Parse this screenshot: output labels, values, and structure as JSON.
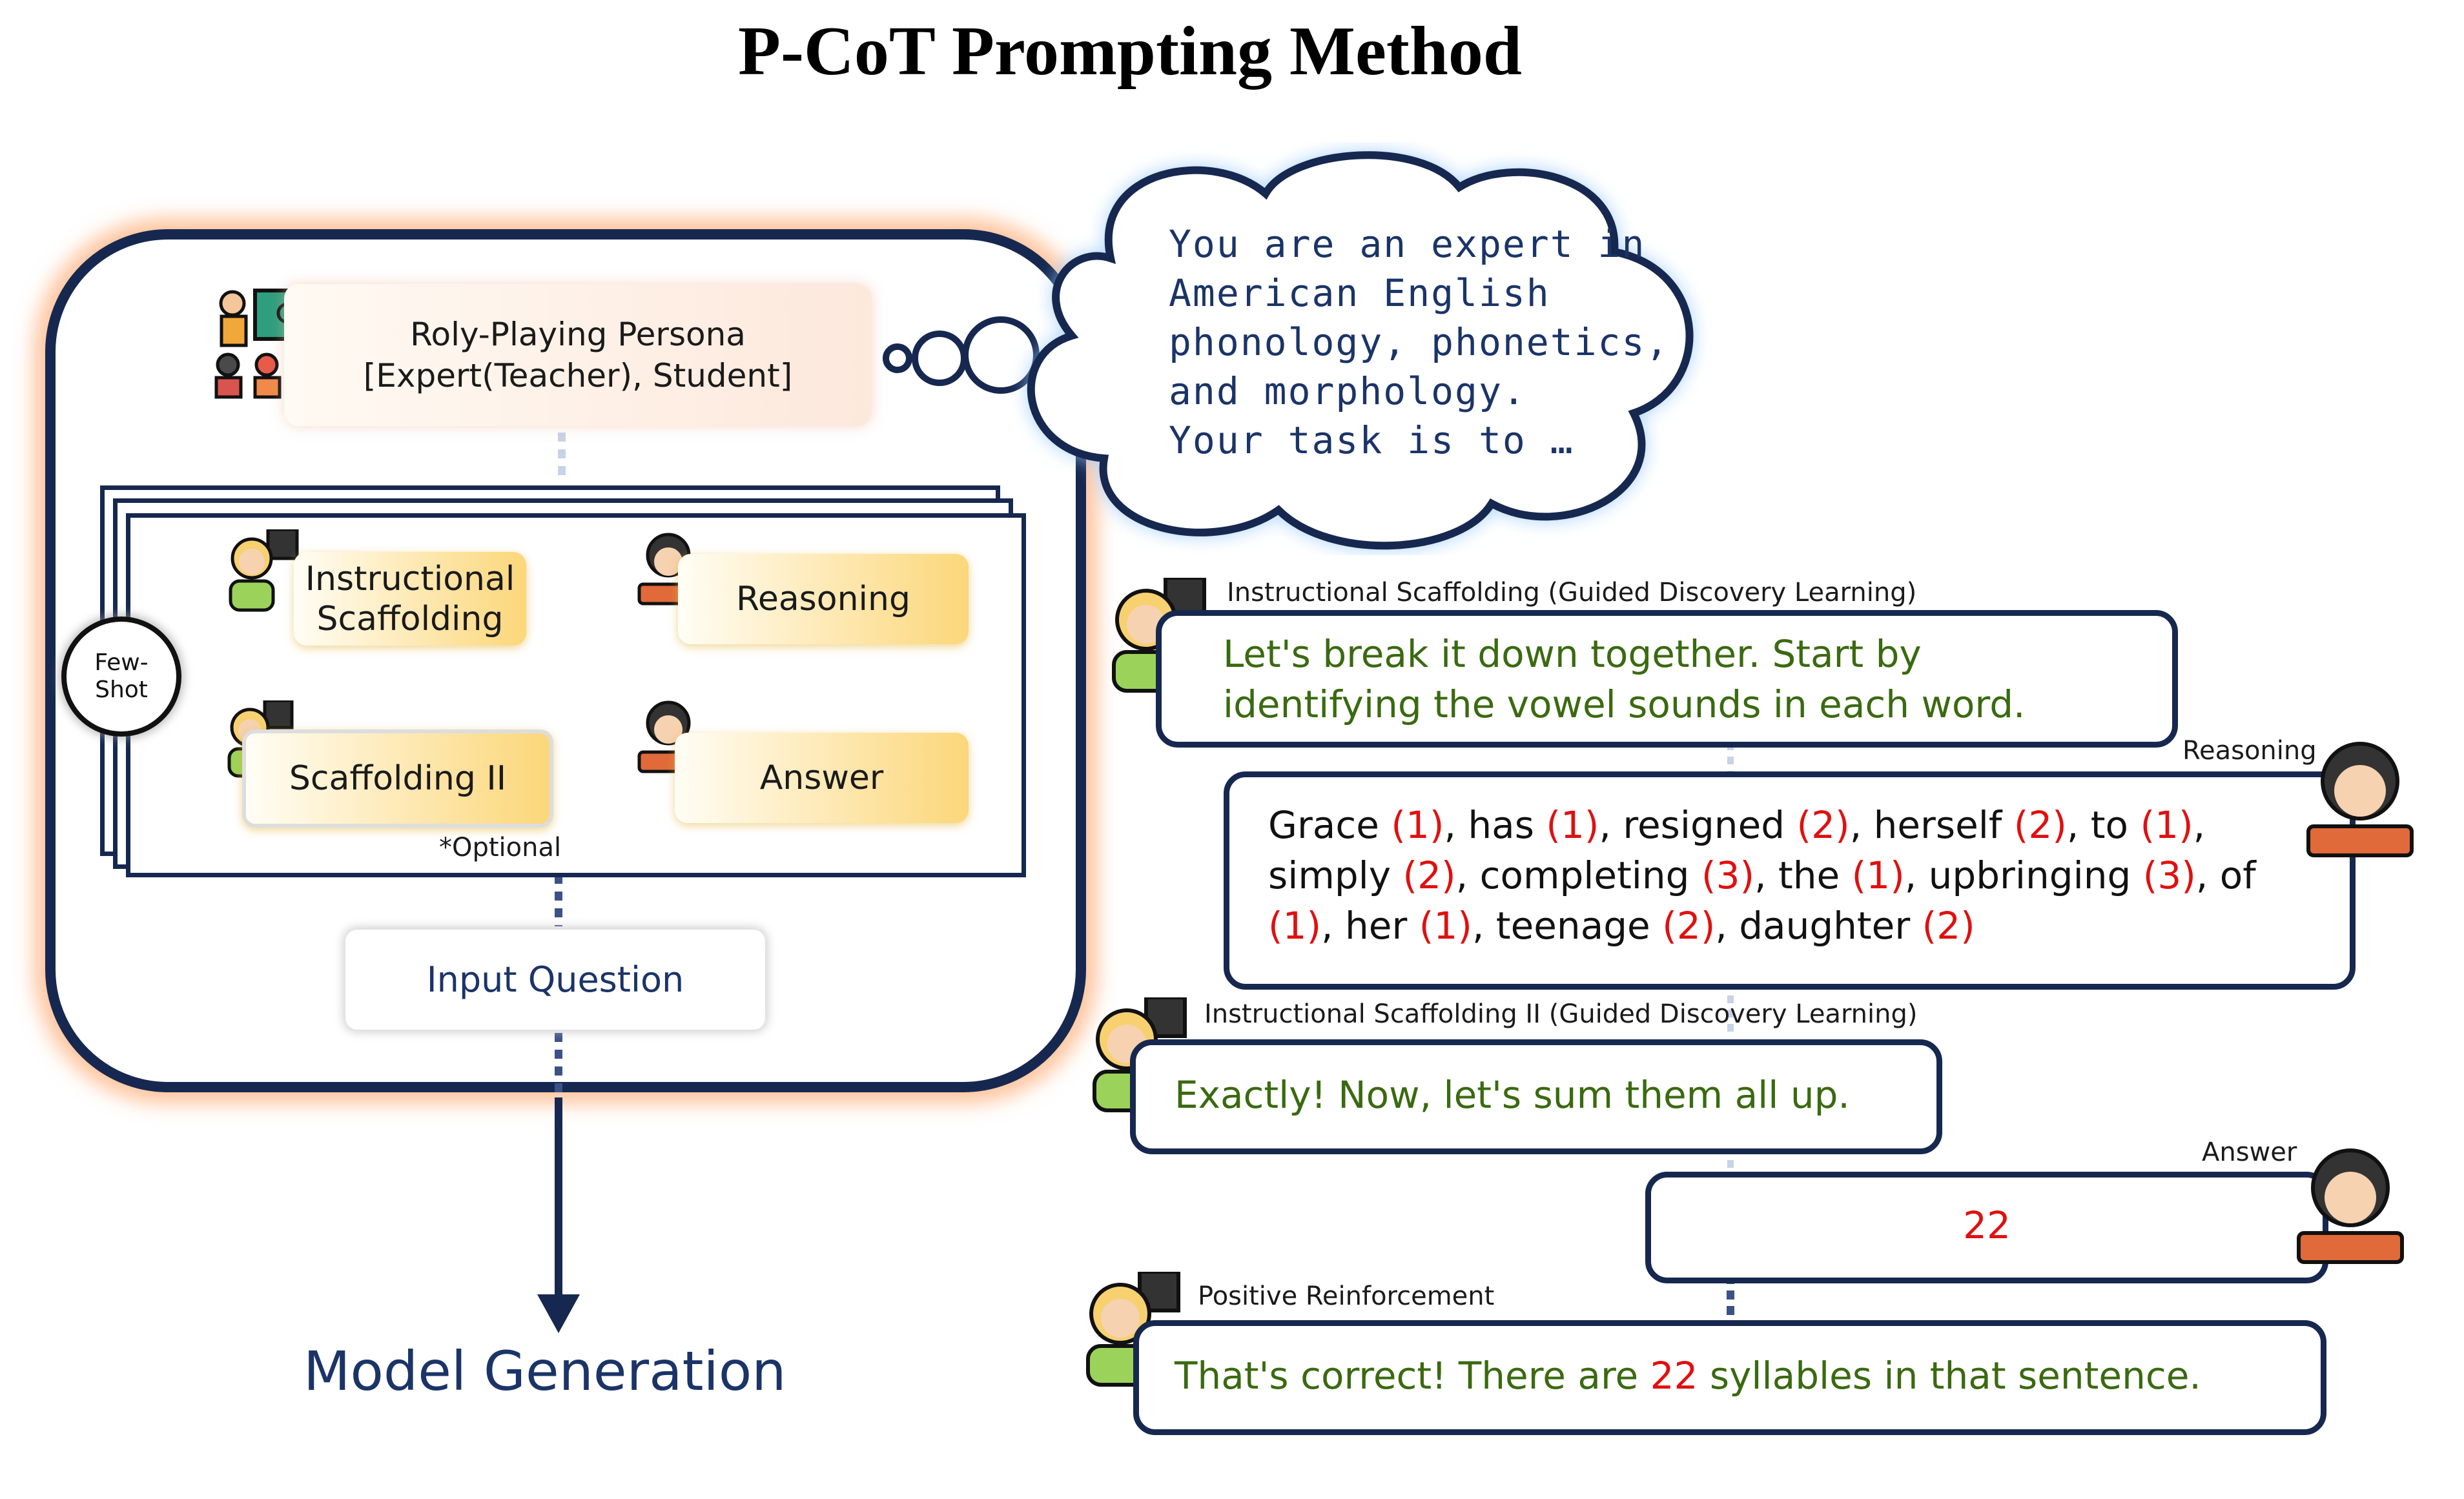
{
  "title": "P-CoT Prompting Method",
  "left_panel": {
    "persona_line1": "Roly-Playing Persona",
    "persona_line2": "[Expert(Teacher), Student]",
    "few_shot_line1": "Few-",
    "few_shot_line2": "Shot",
    "instructional_line1": "Instructional",
    "instructional_line2": "Scaffolding",
    "reasoning": "Reasoning",
    "scaffolding2": "Scaffolding II",
    "answer": "Answer",
    "optional": "*Optional",
    "input_question": "Input Question",
    "model_generation": "Model Generation"
  },
  "cloud": {
    "lines": [
      "You are an expert in",
      "American English",
      "phonology, phonetics,",
      "and morphology.",
      "Your task is to …"
    ]
  },
  "dialogue": {
    "scaffold_label": "Instructional Scaffolding (Guided Discovery Learning)",
    "scaffold_line1": "Let's break it down together. Start by",
    "scaffold_line2": "identifying the vowel sounds in each word.",
    "reasoning_label": "Reasoning",
    "reasoning_words": [
      {
        "w": "Grace",
        "n": "(1)"
      },
      {
        "w": "has",
        "n": "(1)"
      },
      {
        "w": "resigned",
        "n": "(2)"
      },
      {
        "w": "herself",
        "n": "(2)"
      },
      {
        "w": "to",
        "n": "(1)"
      },
      {
        "w": "simply",
        "n": "(2)"
      },
      {
        "w": "completing",
        "n": "(3)"
      },
      {
        "w": "the",
        "n": "(1)"
      },
      {
        "w": "upbringing",
        "n": "(3)"
      },
      {
        "w": "of",
        "n": "(1)"
      },
      {
        "w": "her",
        "n": "(1)"
      },
      {
        "w": "teenage",
        "n": "(2)"
      },
      {
        "w": "daughter",
        "n": "(2)"
      }
    ],
    "scaffold2_label": "Instructional Scaffolding II (Guided Discovery Learning)",
    "scaffold2_text": "Exactly! Now, let's sum them all up.",
    "answer_label": "Answer",
    "answer_value": "22",
    "positive_label": "Positive Reinforcement",
    "positive_pre": "That's correct! There are",
    "positive_num": "22",
    "positive_post": "syllables in that sentence."
  },
  "colors": {
    "navy": "#16284f",
    "red": "#e01010",
    "green_text": "#3a6a10",
    "glow": "#ff9650"
  }
}
